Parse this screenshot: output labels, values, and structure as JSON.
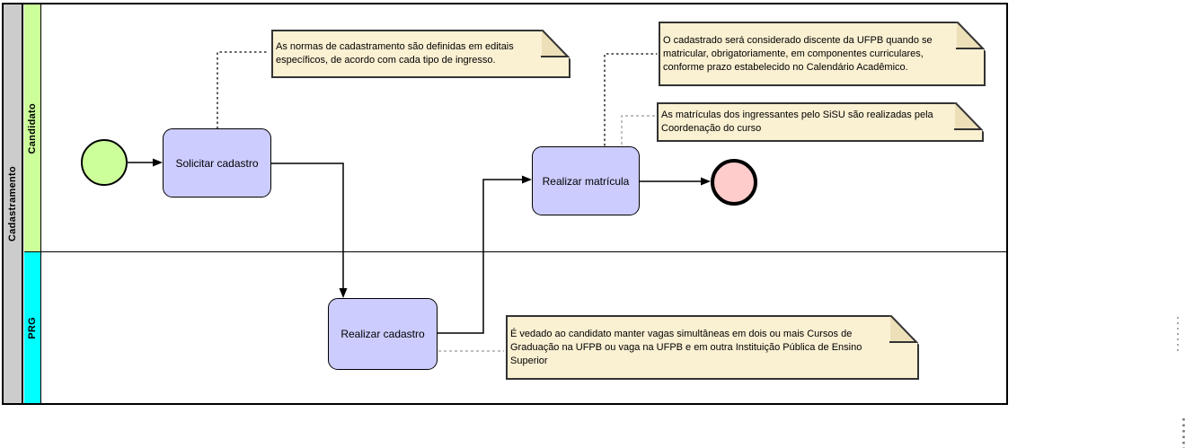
{
  "diagram": {
    "type": "bpmn-swimlane",
    "pool": {
      "label": "Cadastramento"
    },
    "lanes": [
      {
        "label": "Candidato",
        "color": "#CCFF99"
      },
      {
        "label": "PRG",
        "color": "#00FFFF"
      }
    ]
  },
  "tasks": [
    {
      "label": "Solicitar cadastro"
    },
    {
      "label": "Realizar matrícula"
    },
    {
      "label": "Realizar cadastro"
    }
  ],
  "events": [
    {
      "type": "start-event",
      "lane": "Candidato"
    },
    {
      "type": "end-event",
      "lane": "Candidato"
    }
  ],
  "annotations": [
    {
      "text": "As normas de cadastramento são definidas em editais\nespecíficos, de acordo com cada tipo de ingresso."
    },
    {
      "text": "O cadastrado será considerado discente da UFPB quando se\nmatricular, obrigatoriamente, em componentes curriculares,\nconforme prazo estabelecido no Calendário Acadêmico."
    },
    {
      "text": "As matrículas dos ingressantes pelo SiSU são realizadas pela\nCoordenação do curso"
    },
    {
      "text": "É vedado ao candidato manter vagas simultâneas em dois ou mais Cursos de\nGraduação na UFPB ou vaga na UFPB e em outra Instituição Pública de Ensino\nSuperior"
    }
  ],
  "flows": [
    {
      "from": "start-event",
      "to": "Solicitar cadastro"
    },
    {
      "from": "Solicitar cadastro",
      "to": "Realizar cadastro"
    },
    {
      "from": "Realizar cadastro",
      "to": "Realizar matrícula"
    },
    {
      "from": "Realizar matrícula",
      "to": "end-event"
    }
  ],
  "colors": {
    "pool_header": "#CCCCCC",
    "lane_candidato": "#CCFF99",
    "lane_prg": "#00FFFF",
    "task_fill": "#CCCCFF",
    "note_fill": "#FAF0D2",
    "note_fold": "#EDE0B8",
    "start_event_fill": "#CCFF99",
    "end_event_fill": "#FFCCCC",
    "line": "#000000"
  }
}
